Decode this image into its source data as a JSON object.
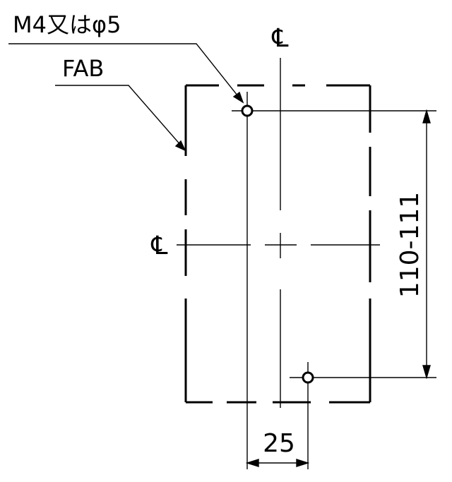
{
  "labels": {
    "hole_spec": "M4又はφ5",
    "outline_label": "FAB",
    "centerline_symbol": "℄"
  },
  "dimensions": {
    "vertical_pitch": "110-111",
    "horizontal_pitch": "25"
  },
  "colors": {
    "ink": "#000000",
    "background": "#ffffff"
  }
}
